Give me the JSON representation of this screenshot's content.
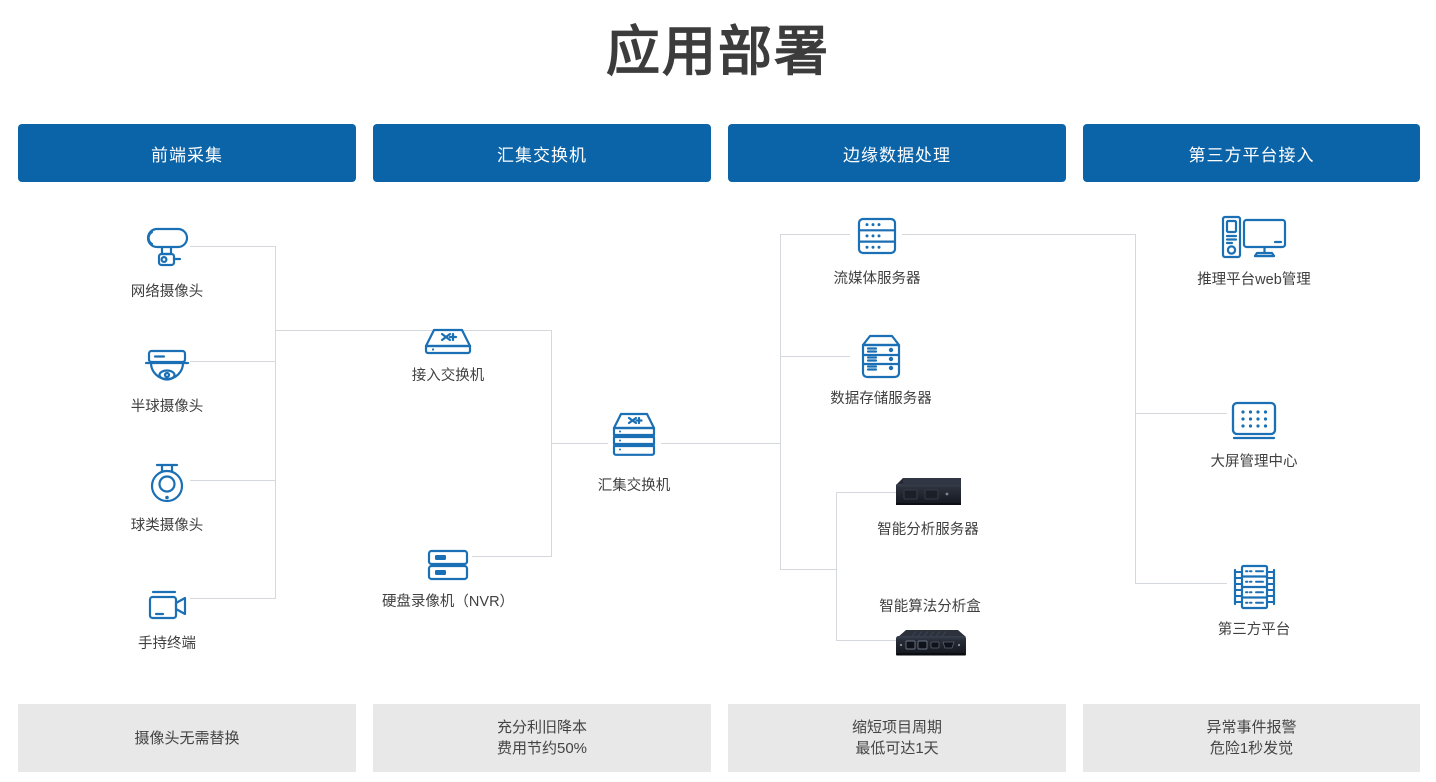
{
  "page": {
    "title": "应用部署",
    "accent_color": "#0b63a8",
    "icon_color": "#1a6fb5",
    "line_color": "#d5d9dd",
    "footer_bg": "#e8e8e8"
  },
  "columns": [
    {
      "id": "front-end-collection",
      "header": "前端采集",
      "footer": [
        "摄像头无需替换"
      ]
    },
    {
      "id": "aggregation-switch",
      "header": "汇集交换机",
      "footer": [
        "充分利旧降本",
        "费用节约50%"
      ]
    },
    {
      "id": "edge-data-processing",
      "header": "边缘数据处理",
      "footer": [
        "缩短项目周期",
        "最低可达1天"
      ]
    },
    {
      "id": "third-party-platform-access",
      "header": "第三方平台接入",
      "footer": [
        "异常事件报警",
        "危险1秒发觉"
      ]
    }
  ],
  "nodes": {
    "network_camera": {
      "label": "网络摄像头",
      "icon": "bullet-camera-icon"
    },
    "dome_camera": {
      "label": "半球摄像头",
      "icon": "dome-camera-icon"
    },
    "ptz_camera": {
      "label": "球类摄像头",
      "icon": "ptz-camera-icon"
    },
    "handheld_terminal": {
      "label": "手持终端",
      "icon": "handheld-camcorder-icon"
    },
    "access_switch": {
      "label": "接入交换机",
      "icon": "switch-icon"
    },
    "nvr": {
      "label": "硬盘录像机（NVR）",
      "icon": "nvr-icon"
    },
    "aggregation_switch": {
      "label": "汇集交换机",
      "icon": "stacked-switch-icon"
    },
    "streaming_server": {
      "label": "流媒体服务器",
      "icon": "streaming-server-icon"
    },
    "storage_server": {
      "label": "数据存储服务器",
      "icon": "storage-server-icon"
    },
    "analysis_server": {
      "label": "智能分析服务器",
      "icon": "rack-server-photo"
    },
    "algorithm_box": {
      "label": "智能算法分析盒",
      "icon": "edge-box-photo"
    },
    "web_management": {
      "label": "推理平台web管理",
      "icon": "desktop-pc-icon"
    },
    "video_wall_center": {
      "label": "大屏管理中心",
      "icon": "video-wall-icon"
    },
    "third_party_platform": {
      "label": "第三方平台",
      "icon": "rack-cabinet-icon"
    }
  }
}
